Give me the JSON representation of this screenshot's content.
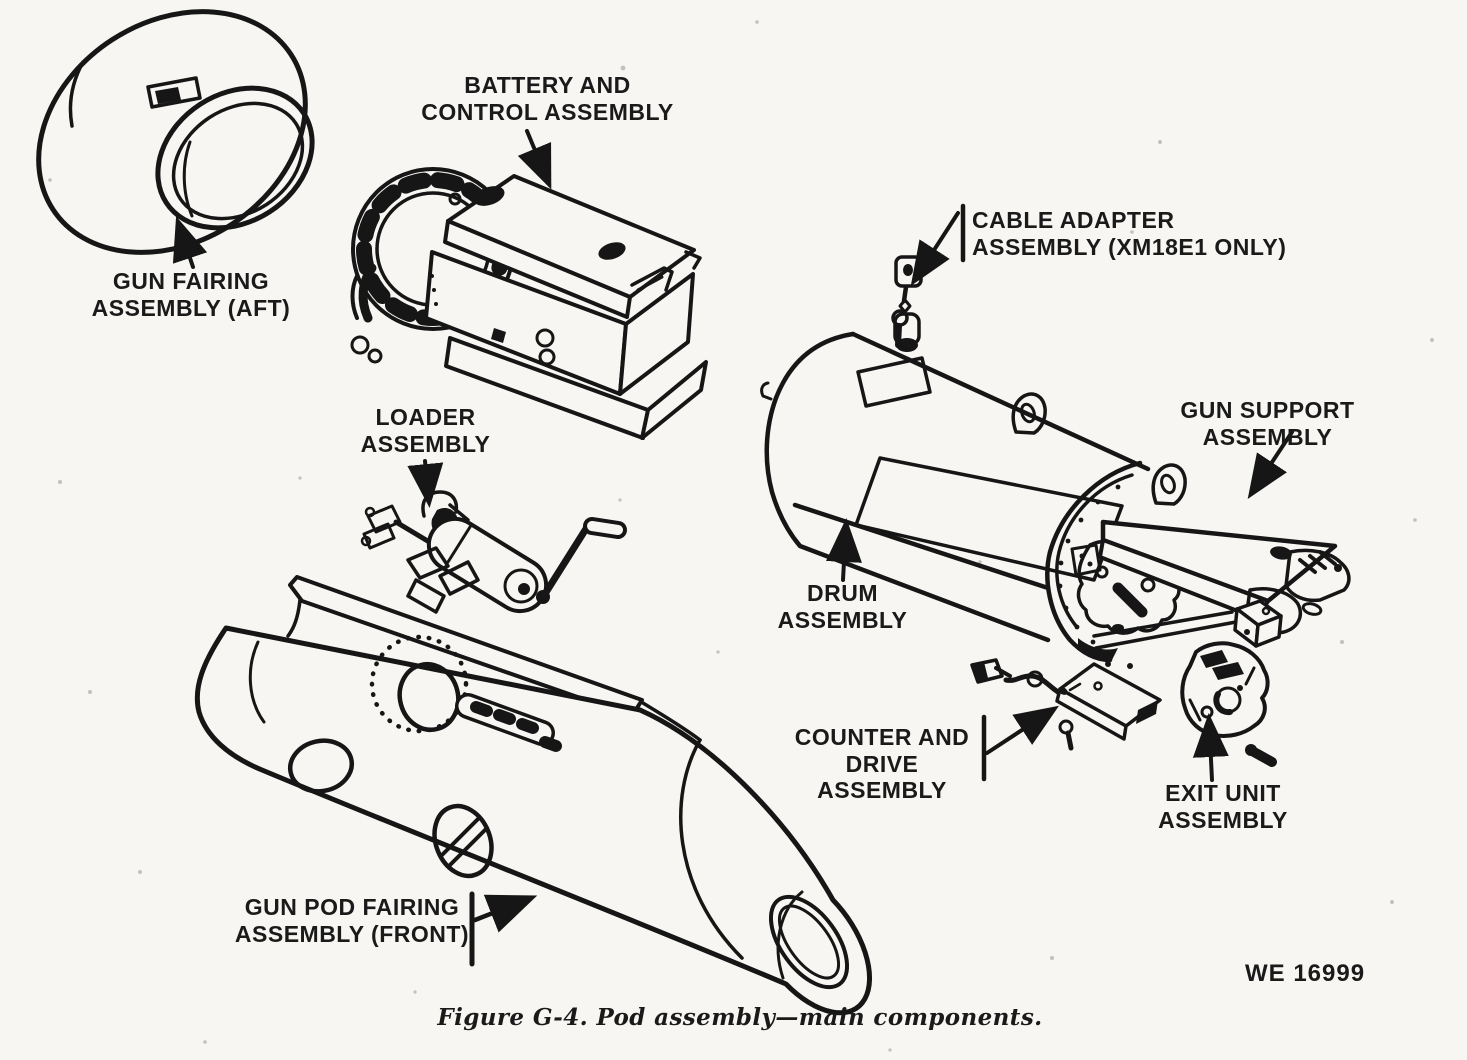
{
  "figure": {
    "caption": "Figure G-4.  Pod assembly—main components.",
    "plate_code": "WE 16999",
    "ink_color": "#161616",
    "paper_color": "#f7f6f2",
    "labels": {
      "gun_fairing_aft": "GUN FAIRING\nASSEMBLY (AFT)",
      "battery_control": "BATTERY AND\nCONTROL ASSEMBLY",
      "loader": "LOADER\nASSEMBLY",
      "cable_adapter": "CABLE ADAPTER\nASSEMBLY (XM18E1 ONLY)",
      "gun_support": "GUN SUPPORT\nASSEMBLY",
      "drum": "DRUM\nASSEMBLY",
      "counter_drive": "COUNTER AND\nDRIVE ASSEMBLY",
      "exit_unit": "EXIT UNIT\nASSEMBLY",
      "gun_pod_fairing_front": "GUN POD FAIRING\nASSEMBLY (FRONT)"
    }
  }
}
